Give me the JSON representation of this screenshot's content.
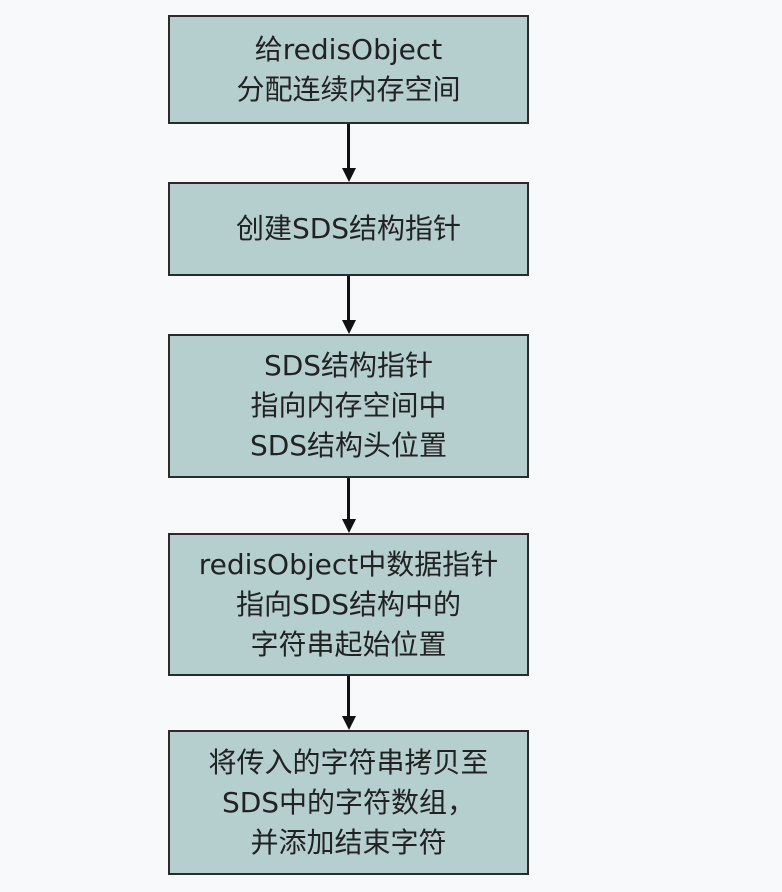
{
  "steps": [
    {
      "lines": [
        "给redisObject",
        "分配连续内存空间"
      ]
    },
    {
      "lines": [
        "创建SDS结构指针"
      ]
    },
    {
      "lines": [
        "SDS结构指针",
        "指向内存空间中",
        "SDS结构头位置"
      ]
    },
    {
      "lines": [
        "redisObject中数据指针",
        "指向SDS结构中的",
        "字符串起始位置"
      ]
    },
    {
      "lines": [
        "将传入的字符串拷贝至",
        "SDS中的字符数组，",
        "并添加结束字符"
      ]
    }
  ]
}
